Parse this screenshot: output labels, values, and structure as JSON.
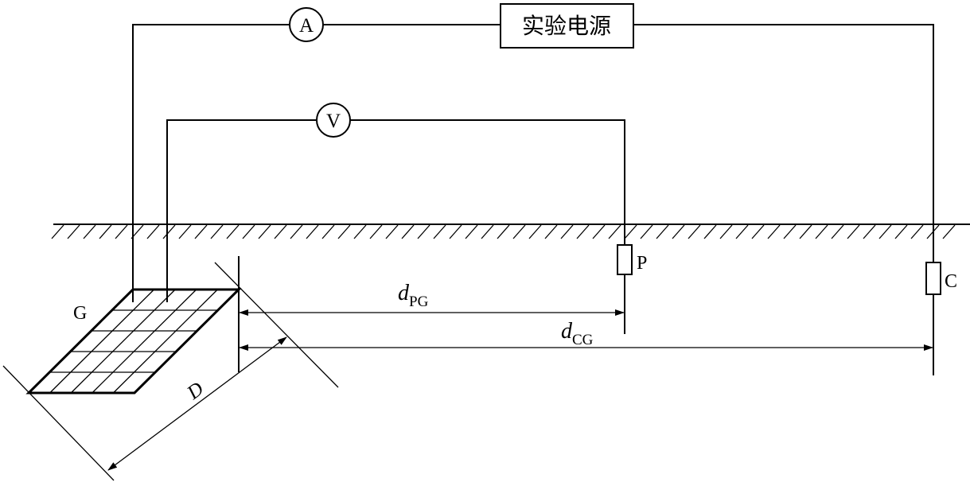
{
  "source": {
    "label": "实验电源"
  },
  "meters": {
    "ammeter": "A",
    "voltmeter": "V"
  },
  "labels": {
    "grid": "G",
    "potential_probe": "P",
    "current_probe": "C",
    "diagonal": "D",
    "dpg_d": "d",
    "dpg_sub": "PG",
    "dcg_d": "d",
    "dcg_sub": "CG"
  }
}
